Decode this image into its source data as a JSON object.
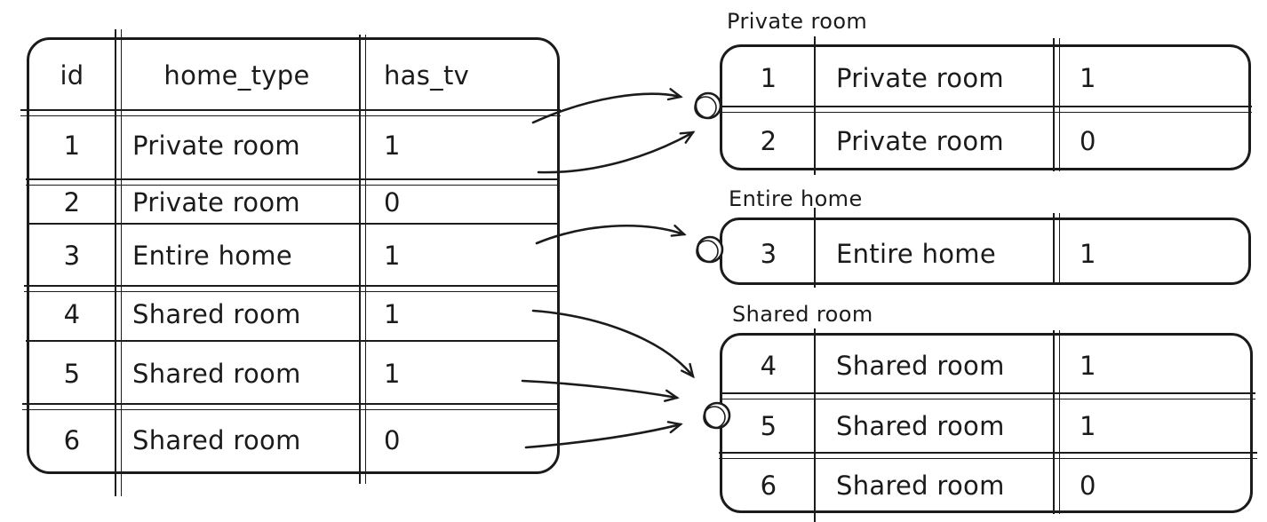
{
  "diagram": {
    "title_hint": "rows grouped by home_type",
    "colors": {
      "stroke": "#1b1b1b",
      "background": "#ffffff"
    },
    "main_table": {
      "headers": [
        "id",
        "home_type",
        "has_tv"
      ],
      "rows": [
        [
          "1",
          "Private room",
          "1"
        ],
        [
          "2",
          "Private room",
          "0"
        ],
        [
          "3",
          "Entire home",
          "1"
        ],
        [
          "4",
          "Shared room",
          "1"
        ],
        [
          "5",
          "Shared room",
          "1"
        ],
        [
          "6",
          "Shared room",
          "0"
        ]
      ]
    },
    "groups": [
      {
        "label": "Private room",
        "rows": [
          [
            "1",
            "Private room",
            "1"
          ],
          [
            "2",
            "Private room",
            "0"
          ]
        ]
      },
      {
        "label": "Entire home",
        "rows": [
          [
            "3",
            "Entire home",
            "1"
          ]
        ]
      },
      {
        "label": "Shared room",
        "rows": [
          [
            "4",
            "Shared room",
            "1"
          ],
          [
            "5",
            "Shared room",
            "1"
          ],
          [
            "6",
            "Shared room",
            "0"
          ]
        ]
      }
    ],
    "connections": [
      {
        "from_row_id": "1",
        "to_group": "Private room"
      },
      {
        "from_row_id": "2",
        "to_group": "Private room"
      },
      {
        "from_row_id": "3",
        "to_group": "Entire home"
      },
      {
        "from_row_id": "4",
        "to_group": "Shared room"
      },
      {
        "from_row_id": "5",
        "to_group": "Shared room"
      },
      {
        "from_row_id": "6",
        "to_group": "Shared room"
      }
    ]
  }
}
